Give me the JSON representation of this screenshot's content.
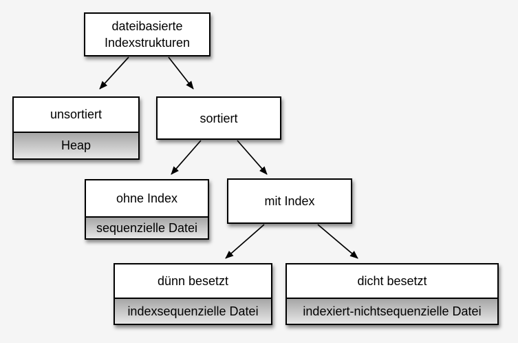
{
  "colors": {
    "canvas-bg": "#f5f5f5",
    "node-fill": "#ffffff",
    "node-border": "#000000",
    "sub-gradient-top": "#a6a6a6",
    "sub-gradient-bottom": "#e7e7e7",
    "text": "#000000"
  },
  "diagram": {
    "type": "tree",
    "nodes": {
      "root": {
        "label": "dateibasierte Indexstrukturen"
      },
      "unsorted": {
        "label": "unsortiert",
        "sublabel": "Heap"
      },
      "sorted": {
        "label": "sortiert"
      },
      "no_index": {
        "label": "ohne Index",
        "sublabel": "sequenzielle Datei"
      },
      "with_index": {
        "label": "mit Index"
      },
      "sparse": {
        "label": "dünn besetzt",
        "sublabel": "indexsequenzielle Datei"
      },
      "dense": {
        "label": "dicht besetzt",
        "sublabel": "indexiert-nichtsequenzielle Datei"
      }
    },
    "edges": [
      {
        "from": "root",
        "to": "unsorted"
      },
      {
        "from": "root",
        "to": "sorted"
      },
      {
        "from": "sorted",
        "to": "no_index"
      },
      {
        "from": "sorted",
        "to": "with_index"
      },
      {
        "from": "with_index",
        "to": "sparse"
      },
      {
        "from": "with_index",
        "to": "dense"
      }
    ]
  }
}
